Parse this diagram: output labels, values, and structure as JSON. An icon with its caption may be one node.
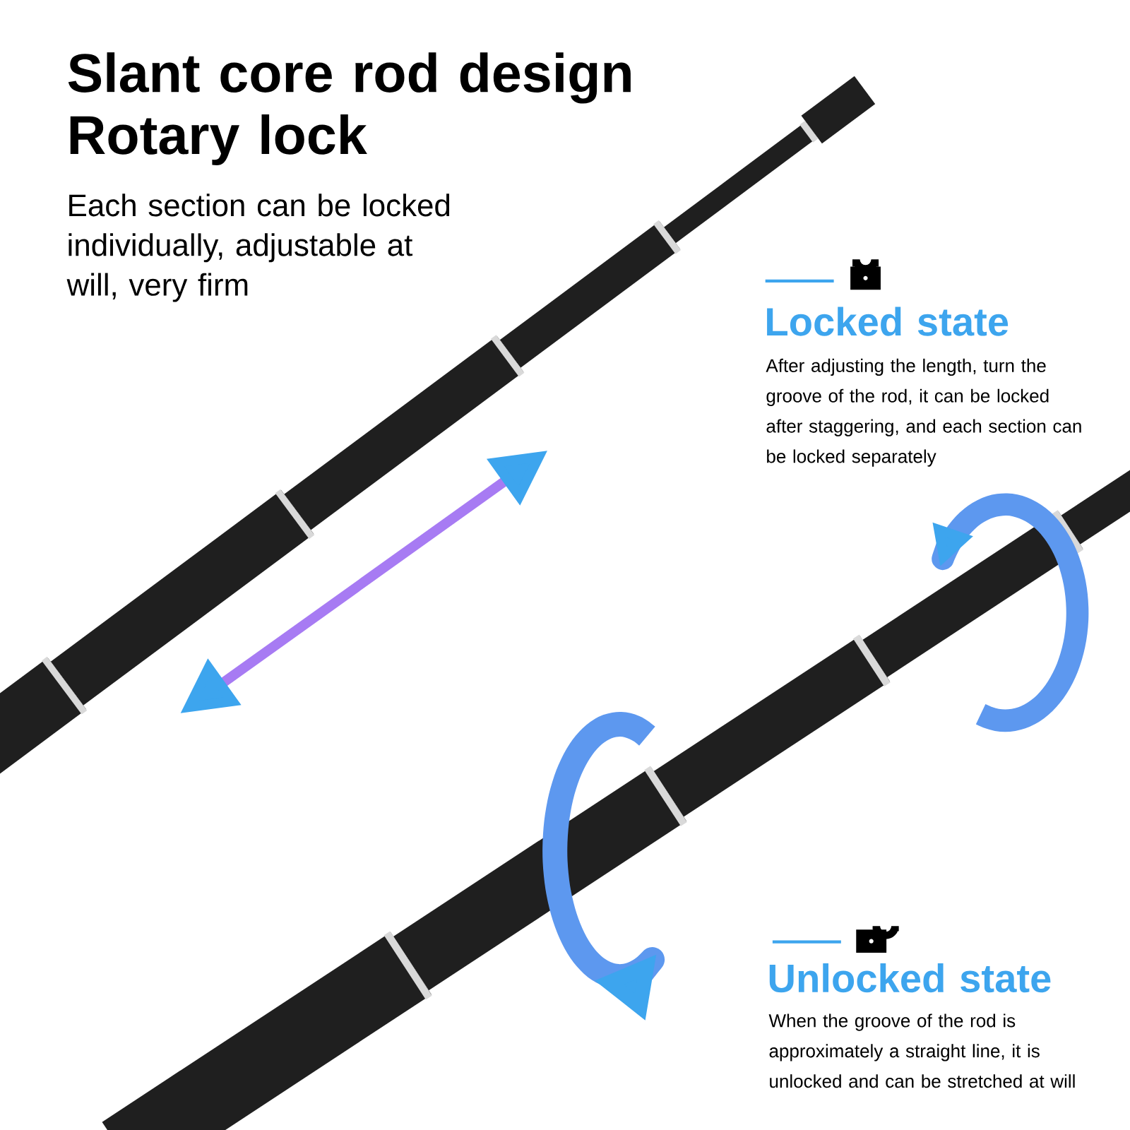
{
  "diagram": {
    "title": "Slant core rod design Rotary lock",
    "labels": [
      "Each section can be locked individually, adjustable at will, very firm",
      "Locked state",
      "After adjusting the length, turn the groove of the rod, it can be locked after staggering, and each section can be locked separately",
      "Unlocked state",
      "When the groove of the rod is approximately a straight line, it is unlocked and can be stretched at will"
    ]
  }
}
